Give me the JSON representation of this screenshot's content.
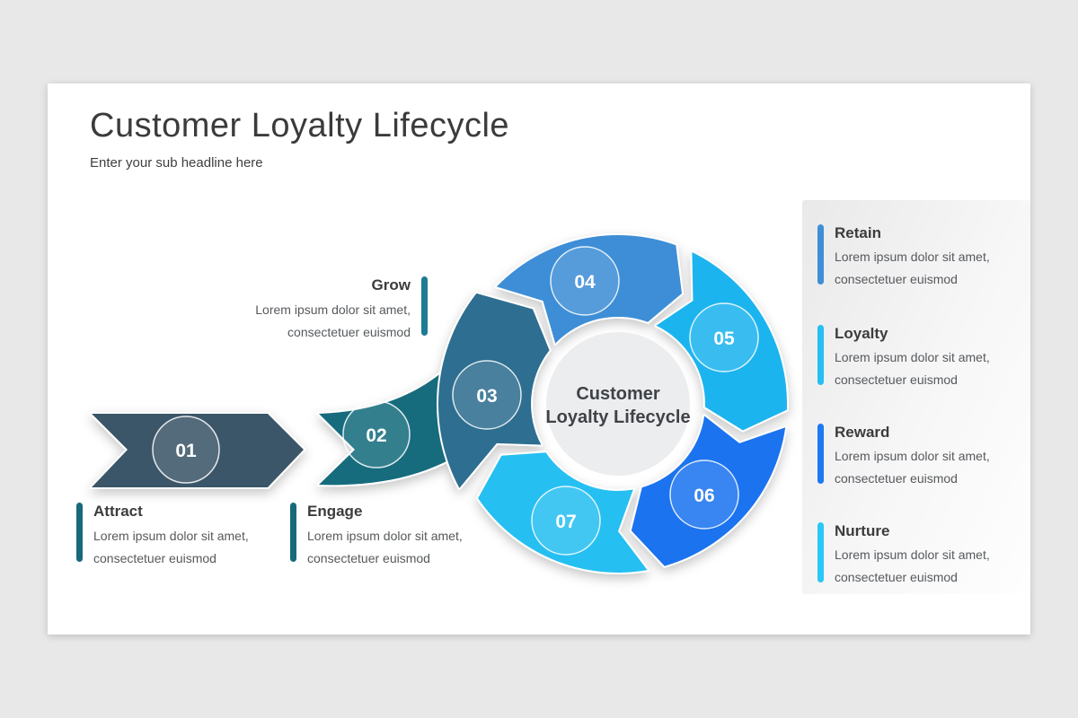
{
  "slide": {
    "title": "Customer Loyalty Lifecycle",
    "subtitle": "Enter your sub headline here"
  },
  "diagram": {
    "type": "cycle-process",
    "center_label": {
      "line1": "Customer",
      "line2": "Loyalty Lifecycle"
    },
    "steps": [
      {
        "number": "01",
        "label": "Attract",
        "desc1": "Lorem ipsum dolor sit amet,",
        "desc2": "consectetuer euismod",
        "color": "#3A5767",
        "accent": "#17697C"
      },
      {
        "number": "02",
        "label": "Engage",
        "desc1": "Lorem ipsum dolor sit amet,",
        "desc2": "consectetuer euismod",
        "color": "#186C7D",
        "accent": "#17697C"
      },
      {
        "number": "03",
        "label": "Grow",
        "desc1": "Lorem ipsum dolor sit amet,",
        "desc2": "consectetuer euismod",
        "color": "#2E6E90",
        "accent": "#1E7B94"
      },
      {
        "number": "04",
        "label": "Retain",
        "desc1": "Lorem ipsum dolor sit amet,",
        "desc2": "consectetuer euismod",
        "color": "#3E8ED6",
        "accent": "#3E8FD6"
      },
      {
        "number": "05",
        "label": "Loyalty",
        "desc1": "Lorem ipsum dolor sit amet,",
        "desc2": "consectetuer euismod",
        "color": "#1FB4EF",
        "accent": "#27BEF2"
      },
      {
        "number": "06",
        "label": "Reward",
        "desc1": "Lorem ipsum dolor sit amet,",
        "desc2": "consectetuer euismod",
        "color": "#1C73EF",
        "accent": "#1C79F2"
      },
      {
        "number": "07",
        "label": "Nurture",
        "desc1": "Lorem ipsum dolor sit amet,",
        "desc2": "consectetuer euismod",
        "color": "#28BFF2",
        "accent": "#2BC8F7"
      }
    ]
  },
  "colors": {
    "page_background": "#E8E8E9",
    "card_background": "#FFFFFF",
    "center_circle": "#ECEDEE",
    "title_text": "#3B3B3B",
    "body_text": "#56595C"
  }
}
